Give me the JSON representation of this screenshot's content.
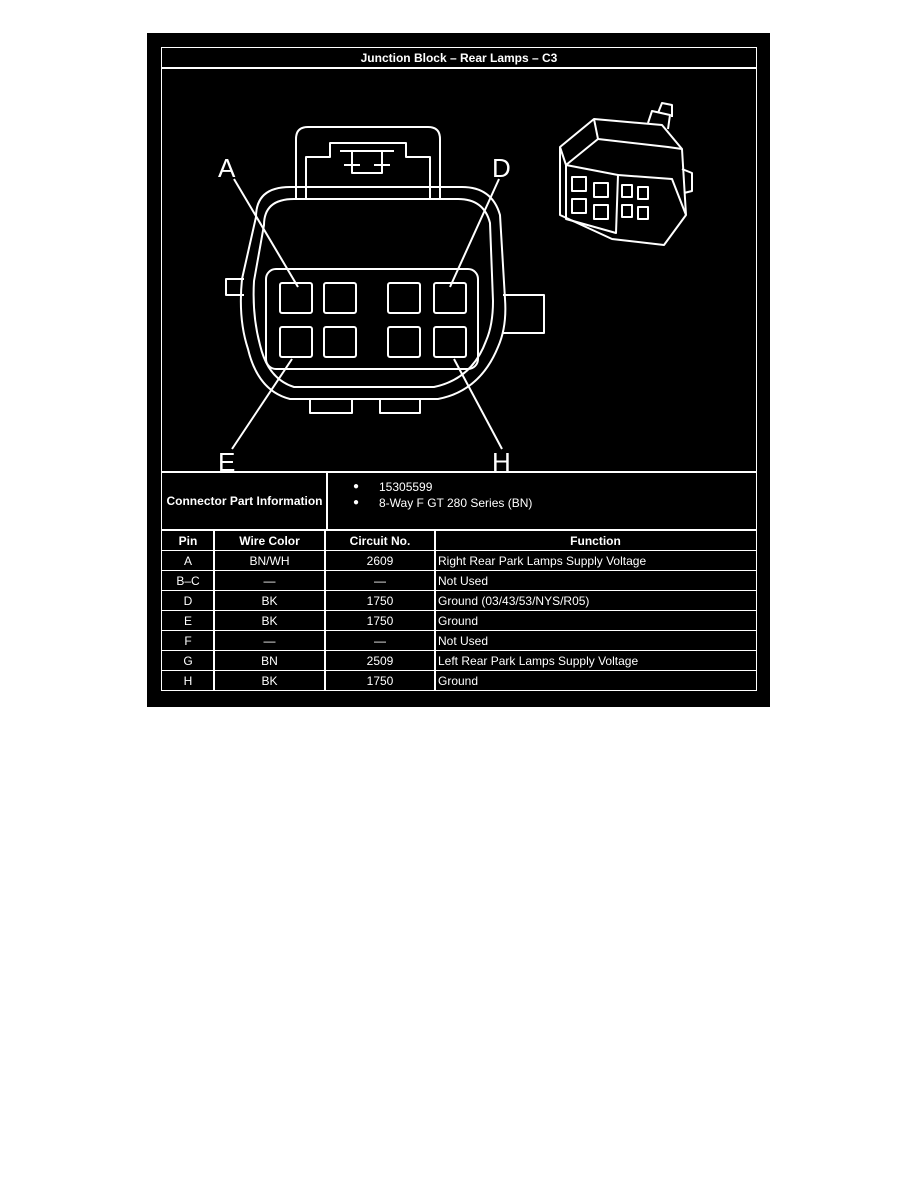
{
  "title": "Junction Block – Rear Lamps – C3",
  "diagram": {
    "pin_labels": [
      "A",
      "D",
      "E",
      "H"
    ]
  },
  "connector_info": {
    "label": "Connector Part Information",
    "items": [
      "15305599",
      "8-Way F GT 280 Series (BN)"
    ]
  },
  "table": {
    "headers": [
      "Pin",
      "Wire Color",
      "Circuit No.",
      "Function"
    ],
    "rows": [
      [
        "A",
        "BN/WH",
        "2609",
        "Right Rear Park Lamps Supply Voltage"
      ],
      [
        "B–C",
        "—",
        "—",
        "Not Used"
      ],
      [
        "D",
        "BK",
        "1750",
        "Ground (03/43/53/NYS/R05)"
      ],
      [
        "E",
        "BK",
        "1750",
        "Ground"
      ],
      [
        "F",
        "—",
        "—",
        "Not Used"
      ],
      [
        "G",
        "BN",
        "2509",
        "Left Rear Park Lamps Supply Voltage"
      ],
      [
        "H",
        "BK",
        "1750",
        "Ground"
      ]
    ]
  }
}
